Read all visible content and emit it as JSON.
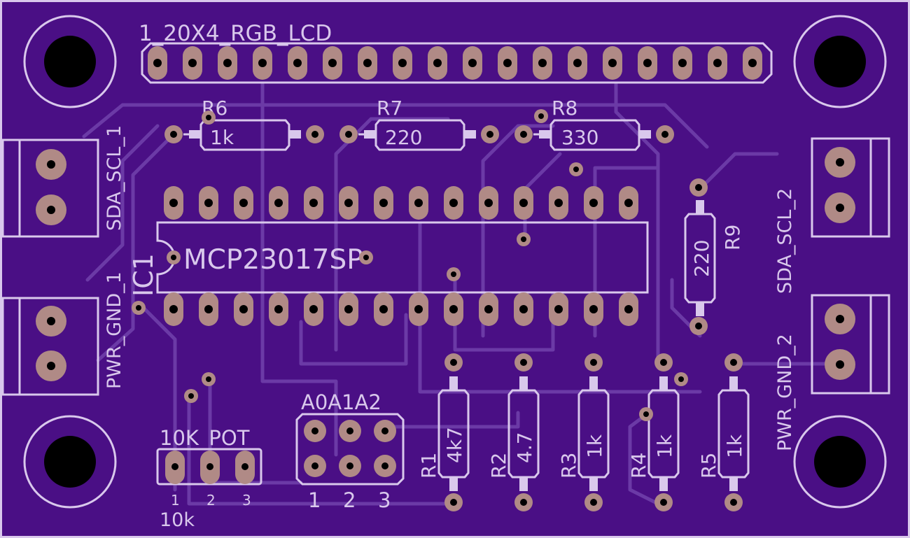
{
  "colors": {
    "board": "#4a0f85",
    "trace": "#6b3aa6",
    "silk": "#d9c8ec",
    "copper": "#b08a86",
    "hole": "#000000"
  },
  "silkscreen": {
    "lcd_header": "1_20X4_RGB_LCD",
    "resistors_top": [
      {
        "ref": "R6",
        "value": "1k"
      },
      {
        "ref": "R7",
        "value": "220"
      },
      {
        "ref": "R8",
        "value": "330"
      }
    ],
    "r9": {
      "ref": "R9",
      "value": "220"
    },
    "ic": {
      "ref": "IC1",
      "value": "MCP23017SP"
    },
    "left_top_connector": "SDA_SCL_1",
    "left_bottom_connector": "PWR_GND_1",
    "right_top_connector": "SDA_SCL_2",
    "right_bottom_connector": "PWR_GND_2",
    "pot": {
      "ref": "10K_POT",
      "pins": [
        "1",
        "2",
        "3"
      ],
      "value": "10k"
    },
    "address_jumper": {
      "ref": "A0A1A2",
      "pins": [
        "1",
        "2",
        "3"
      ]
    },
    "resistors_bottom": [
      {
        "ref": "R1",
        "value": "4k7"
      },
      {
        "ref": "R2",
        "value": "4.7"
      },
      {
        "ref": "R3",
        "value": "1k"
      },
      {
        "ref": "R4",
        "value": "1k"
      },
      {
        "ref": "R5",
        "value": "1k"
      }
    ]
  }
}
